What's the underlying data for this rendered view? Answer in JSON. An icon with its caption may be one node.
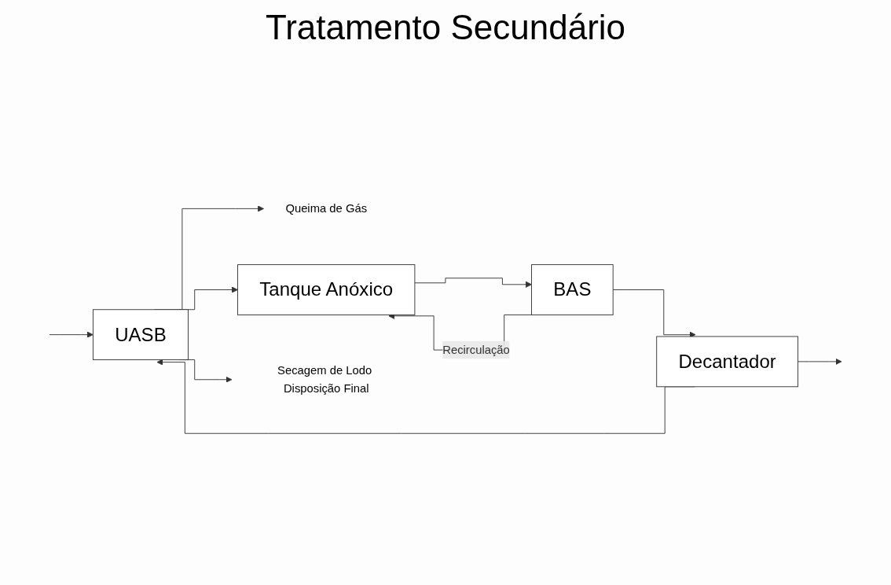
{
  "diagram": {
    "title": "Tratamento Secundário",
    "nodes": [
      {
        "text": [
          "Queima de Gás"
        ]
      },
      {
        "text": [
          "UASB"
        ]
      },
      {
        "text": [
          "Tanque Anóxico"
        ]
      },
      {
        "text": [
          "BAS"
        ]
      },
      {
        "text": [
          "Decantador"
        ]
      },
      {
        "text": [
          "Secagem de Lodo Disposição Final"
        ]
      }
    ],
    "edges": [
      {
        "from": null,
        "to": 1,
        "arrow": "to"
      },
      {
        "from": 1,
        "to": 0,
        "arrow": "to"
      },
      {
        "from": 1,
        "to": 2,
        "arrow": "to"
      },
      {
        "from": 3,
        "to": 2,
        "arrow": "to",
        "label": "Recirculação"
      },
      {
        "from": 2,
        "to": 3,
        "arrow": "to"
      },
      {
        "from": 3,
        "to": 4,
        "arrow": "to"
      },
      {
        "from": 4,
        "to": null,
        "arrow": "to"
      },
      {
        "from": 4,
        "to": 1,
        "arrow": "to"
      },
      {
        "from": 1,
        "to": 5,
        "arrow": "to"
      }
    ]
  }
}
